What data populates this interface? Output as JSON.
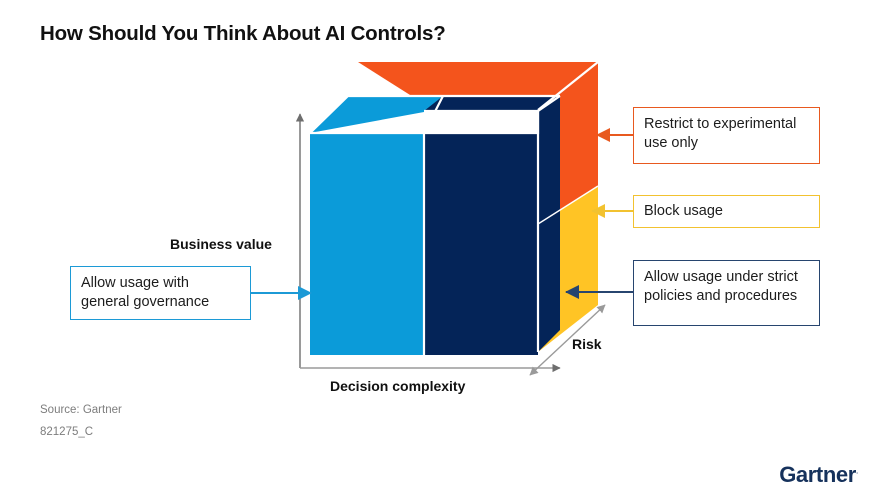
{
  "slide": {
    "title": "How Should You Think About AI Controls?",
    "source_line1": "Source: Gartner",
    "source_line2": "821275_C",
    "logo_text": "Gartner",
    "logo_mark": "."
  },
  "axes": {
    "vertical_label": "Business value",
    "horizontal_label": "Decision complexity",
    "depth_label": "Risk"
  },
  "callouts": [
    {
      "id": "restrict",
      "text": "Restrict to experimental use only",
      "border_color": "#E8591F",
      "arrow_color": "#E8591F",
      "position": "right-top"
    },
    {
      "id": "block",
      "text": "Block usage",
      "border_color": "#F2C230",
      "arrow_color": "#F2C230",
      "position": "right-middle"
    },
    {
      "id": "strict",
      "text": "Allow usage under strict policies and procedures",
      "border_color": "#27456F",
      "arrow_color": "#27456F",
      "position": "right-bottom"
    },
    {
      "id": "general",
      "text": "Allow usage with general governance",
      "border_color": "#1C9AD6",
      "arrow_color": "#1C9AD6",
      "position": "left-middle"
    }
  ],
  "chart_data": {
    "type": "diagram",
    "shape": "3d-cube",
    "title": "How Should You Think About AI Controls?",
    "xlabel": "Decision complexity",
    "ylabel": "Business value",
    "zlabel": "Risk",
    "faces": [
      {
        "name": "front-left-block",
        "color": "#0B9BD9",
        "meaning": "Allow usage with general governance"
      },
      {
        "name": "front-right-block",
        "color": "#042458",
        "meaning": "Allow usage under strict policies and procedures"
      },
      {
        "name": "top-back-strip",
        "color": "#F4541C",
        "meaning": "Restrict to experimental use only"
      },
      {
        "name": "side-upper",
        "color": "#F4541C",
        "meaning": "Restrict to experimental use only"
      },
      {
        "name": "side-lower",
        "color": "#FFC425",
        "meaning": "Block usage"
      },
      {
        "name": "top-left",
        "color": "#0B9BD9",
        "meaning": "Allow usage with general governance"
      },
      {
        "name": "top-right",
        "color": "#042458",
        "meaning": "Allow usage under strict policies and procedures"
      }
    ],
    "colors": {
      "light_blue": "#0B9BD9",
      "navy": "#042458",
      "orange": "#F4541C",
      "yellow": "#FFC425",
      "axis_gray": "#6E6E6E",
      "brand_navy": "#16325C"
    }
  }
}
